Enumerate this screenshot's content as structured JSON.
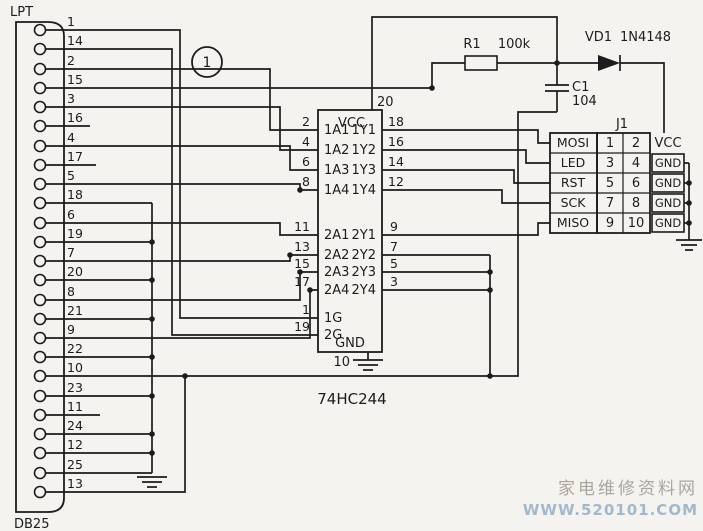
{
  "figure_number": "1",
  "connector_db25": {
    "top_label": "LPT",
    "bottom_label": "DB25",
    "pin_numbers": [
      "1",
      "14",
      "2",
      "15",
      "3",
      "16",
      "4",
      "17",
      "5",
      "18",
      "6",
      "19",
      "7",
      "20",
      "8",
      "21",
      "9",
      "22",
      "10",
      "23",
      "11",
      "24",
      "12",
      "25",
      "13"
    ]
  },
  "ic": {
    "part_number": "74HC244",
    "vcc_label": "VCC",
    "vcc_pin": "20",
    "gnd_label": "GND",
    "gnd_pin": "10",
    "inputs": [
      {
        "label": "1A1",
        "pin": "2"
      },
      {
        "label": "1A2",
        "pin": "4"
      },
      {
        "label": "1A3",
        "pin": "6"
      },
      {
        "label": "1A4",
        "pin": "8"
      },
      {
        "label": "2A1",
        "pin": "11"
      },
      {
        "label": "2A2",
        "pin": "13"
      },
      {
        "label": "2A3",
        "pin": "15"
      },
      {
        "label": "2A4",
        "pin": "17"
      }
    ],
    "outputs": [
      {
        "label": "1Y1",
        "pin": "18"
      },
      {
        "label": "1Y2",
        "pin": "16"
      },
      {
        "label": "1Y3",
        "pin": "14"
      },
      {
        "label": "1Y4",
        "pin": "12"
      },
      {
        "label": "2Y1",
        "pin": "9"
      },
      {
        "label": "2Y2",
        "pin": "7"
      },
      {
        "label": "2Y3",
        "pin": "5"
      },
      {
        "label": "2Y4",
        "pin": "3"
      }
    ],
    "gates": [
      {
        "label": "1G",
        "pin": "1"
      },
      {
        "label": "2G",
        "pin": "19"
      }
    ]
  },
  "resistor": {
    "ref": "R1",
    "value": "100k"
  },
  "diode": {
    "ref": "VD1",
    "part": "1N4148"
  },
  "capacitor": {
    "ref": "C1",
    "value": "104"
  },
  "j1": {
    "name": "J1",
    "left_pins": [
      "1",
      "3",
      "5",
      "7",
      "9"
    ],
    "right_pins": [
      "2",
      "4",
      "6",
      "8",
      "10"
    ],
    "signal_labels": [
      "MOSI",
      "LED",
      "RST",
      "SCK",
      "MISO"
    ],
    "vcc_label": "VCC",
    "gnd_labels": [
      "GND",
      "GND",
      "GND",
      "GND"
    ]
  },
  "watermark": {
    "site_name": "家电维修资料网",
    "site_url": "WWW.520101.COM"
  },
  "colors": {
    "line": "#1c1c1c",
    "paper": "#f5f3ef",
    "watermark_text": "#aba69e",
    "watermark_url": "#a3b9cb"
  }
}
